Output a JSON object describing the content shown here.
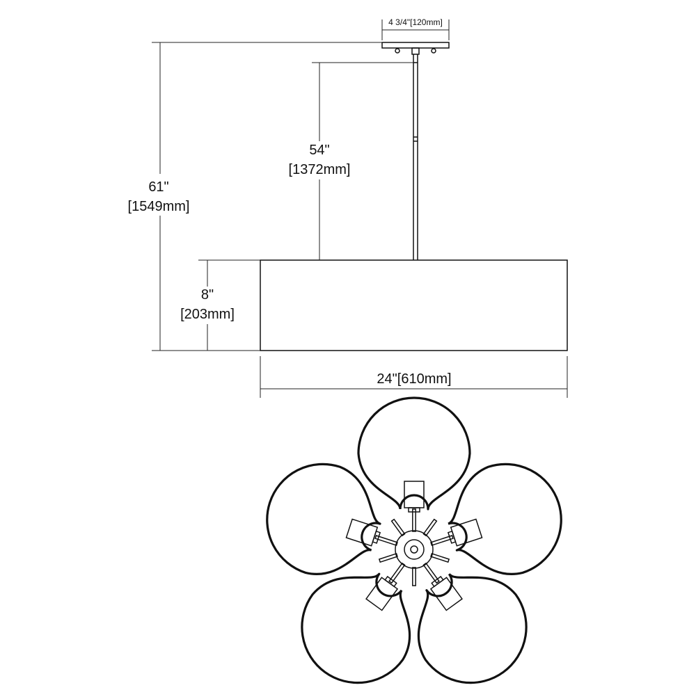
{
  "dimensions": {
    "canopy_width": "4 3/4\"[120mm]",
    "overall_height_in": "61\"",
    "overall_height_mm": "[1549mm]",
    "rod_height_in": "54\"",
    "rod_height_mm": "[1372mm]",
    "shade_height_in": "8\"",
    "shade_height_mm": "[203mm]",
    "shade_width": "24\"[610mm]"
  },
  "views": {
    "side": "side-elevation",
    "bottom": "bottom-view"
  },
  "fixture": {
    "petals": 5,
    "sockets": 5,
    "arms": 10
  },
  "colors": {
    "line": "#111111",
    "background": "#ffffff"
  }
}
